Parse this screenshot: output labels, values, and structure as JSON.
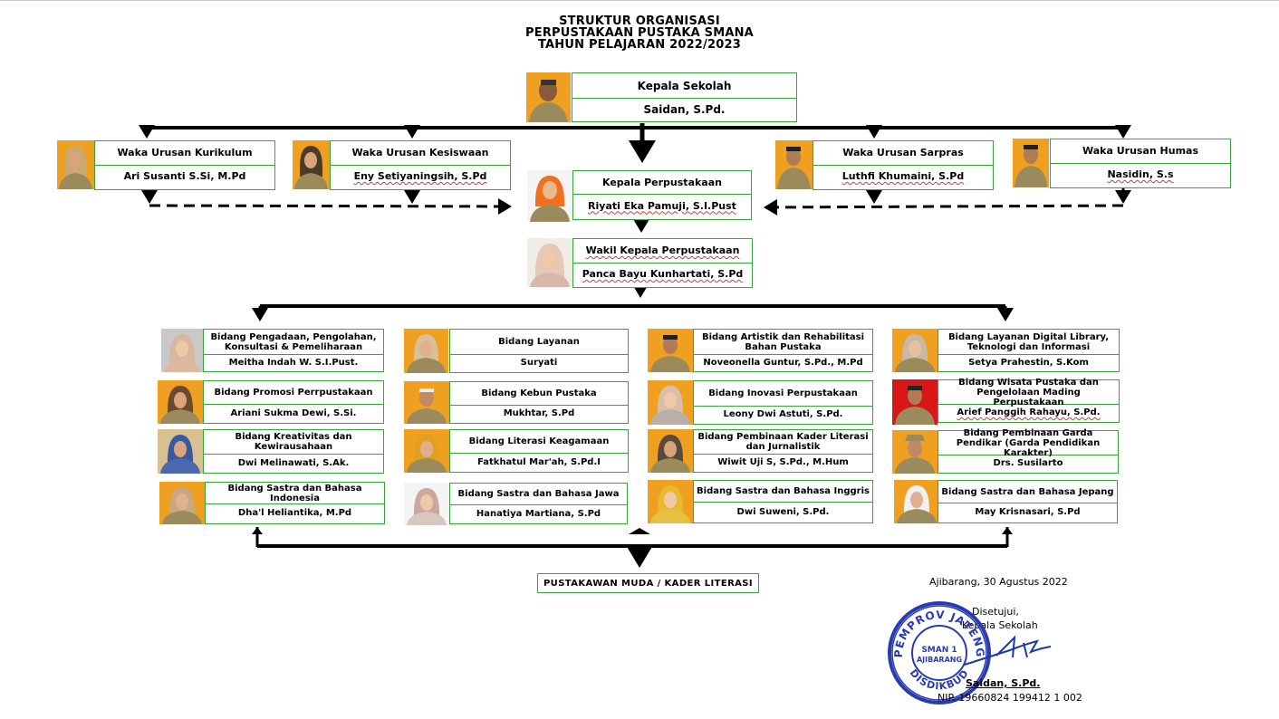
{
  "title": {
    "line1": "STRUKTUR ORGANISASI",
    "line2": "PERPUSTAKAAN PUSTAKA SMANA",
    "line3": "TAHUN PELAJARAN 2022/2023"
  },
  "kepala_sekolah": {
    "role": "Kepala Sekolah",
    "name": "Saidan, S.Pd."
  },
  "waka": [
    {
      "role": "Waka  Urusan Kurikulum",
      "name": "Ari Susanti  S.Si, M.Pd"
    },
    {
      "role": "Waka  Urusan Kesiswaan",
      "name": "Eny  Setiyaningsih,  S.Pd"
    },
    {
      "role": "Waka  Urusan Sarpras",
      "name": "Luthfi Khumaini,  S.Pd"
    },
    {
      "role": "Waka  Urusan Humas",
      "name": "Nasidin,  S.s"
    }
  ],
  "kepala_perpustakaan": {
    "role": "Kepala Perpustakaan",
    "name": "Riyati  Eka  Pamuji,  S.I.Pust"
  },
  "wakil_kepala": {
    "role": "Wakil  Kepala  Perpustakaan",
    "name": "Panca  Bayu  Kunhartati,  S.Pd"
  },
  "bidang": [
    {
      "role": "Bidang Pengadaan, Pengolahan, Konsultasi & Pemeliharaan",
      "name": "Meitha Indah W. S.I.Pust."
    },
    {
      "role": "Bidang Promosi Perrpustakaan",
      "name": "Ariani Sukma Dewi, S.Si."
    },
    {
      "role": "Bidang Kreativitas dan Kewirausahaan",
      "name": "Dwi Melinawati, S.Ak."
    },
    {
      "role": "Bidang Sastra dan Bahasa Indonesia",
      "name": "Dha'l Heliantika, M.Pd"
    },
    {
      "role": "Bidang Layanan",
      "name": "Suryati"
    },
    {
      "role": "Bidang Kebun Pustaka",
      "name": "Mukhtar, S.Pd"
    },
    {
      "role": "Bidang Literasi Keagamaan",
      "name": "Fatkhatul Mar'ah, S.Pd.I"
    },
    {
      "role": "Bidang Sastra dan Bahasa Jawa",
      "name": "Hanatiya Martiana, S.Pd"
    },
    {
      "role": "Bidang Artistik dan Rehabilitasi Bahan Pustaka",
      "name": "Noveonella Guntur, S.Pd., M.Pd"
    },
    {
      "role": "Bidang Inovasi Perpustakaan",
      "name": "Leony Dwi Astuti, S.Pd."
    },
    {
      "role": "Bidang Pembinaan Kader Literasi dan Jurnalistik",
      "name": "Wiwit Uji S, S.Pd.,  M.Hum"
    },
    {
      "role": "Bidang Sastra dan Bahasa Inggris",
      "name": "Dwi Suweni, S.Pd."
    },
    {
      "role": "Bidang Layanan Digital Library, Teknologi dan Informasi",
      "name": "Setya Prahestin, S.Kom"
    },
    {
      "role": "Bidang Wisata Pustaka dan Pengelolaan Mading Perpustakaan",
      "name": "Arief  Panggih  Rahayu,   S.Pd."
    },
    {
      "role": "Bidang Pembinaan Garda Pendikar (Garda Pendidikan Karakter)",
      "name": "Drs. Susilarto"
    },
    {
      "role": "Bidang  Sastra dan Bahasa Jepang",
      "name": "May Krisnasari, S.Pd"
    }
  ],
  "pustakawan": "PUSTAKAWAN  MUDA  /  KADER LITERASI",
  "signature": {
    "place_date": "Ajibarang, 30 Agustus 2022",
    "approved": "Disetujui,",
    "position": "Kepala Sekolah",
    "name": "Saidan,  S.Pd.",
    "nip": "NIP. 19660824 199412 1 002"
  },
  "stamp": {
    "top_text": "PEMPROV JATENG",
    "center_line1": "SMAN 1",
    "center_line2": "AJIBARANG",
    "bottom_text": "DISDIKBUD"
  },
  "colors": {
    "box_border": "#3aa43a",
    "photo_bg_orange": "#f0a020",
    "photo_bg_grey": "#c9c9c9",
    "photo_bg_red": "#d81818",
    "uniform_khaki": "#9b8a5c",
    "stamp_blue": "#2a3bb0",
    "signature_blue": "#1a3aa8",
    "spellcheck_red": "#d23a3a"
  }
}
